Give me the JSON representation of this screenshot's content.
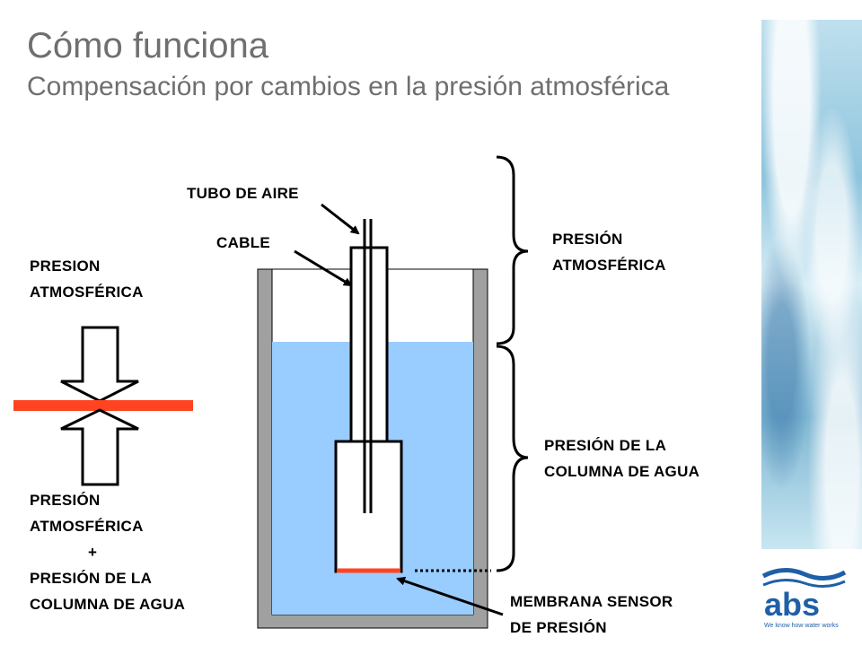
{
  "header": {
    "title": "Cómo funciona",
    "subtitle": "Compensación por cambios en la presión atmosférica"
  },
  "labels": {
    "tubo_aire": "TUBO DE AIRE",
    "cable": "CABLE",
    "presion_atm_left": [
      "PRESION",
      "ATMOSFÉRICA"
    ],
    "presion_combined": [
      "PRESIÓN",
      "ATMOSFÉRICA",
      "+",
      "PRESIÓN DE LA",
      "COLUMNA DE AGUA"
    ],
    "presion_atm_right": [
      "PRESIÓN",
      "ATMOSFÉRICA"
    ],
    "presion_columna": [
      "PRESIÓN DE LA",
      "COLUMNA DE AGUA"
    ],
    "membrana": [
      "MEMBRANA SENSOR",
      "DE PRESIÓN"
    ]
  },
  "logo": {
    "brand": "abs",
    "tagline": "We know how water works"
  },
  "colors": {
    "water": "#99ccff",
    "tank_wall": "#a0a0a0",
    "membrane": "#ff4422",
    "brand_blue": "#1f5fa8"
  }
}
